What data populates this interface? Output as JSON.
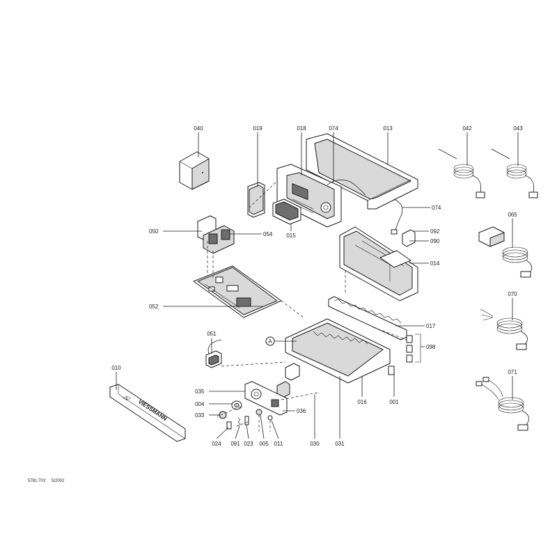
{
  "part_labels": {
    "p040": "040",
    "p019": "019",
    "p018": "018",
    "p074a": "074",
    "p013": "013",
    "p042": "042",
    "p043": "043",
    "p074b": "074",
    "p015": "015",
    "p050": "050",
    "p054": "054",
    "p092": "092",
    "p090": "090",
    "p065": "065",
    "p014": "014",
    "p052": "052",
    "p017": "017",
    "p070": "070",
    "p051": "051",
    "pA": "A",
    "p098": "098",
    "p010": "010",
    "p035": "035",
    "p016": "016",
    "p001": "001",
    "p071": "071",
    "p004": "004",
    "p036": "036",
    "p033": "033",
    "p024": "024",
    "p091": "091",
    "p023": "023",
    "p005": "005",
    "p011": "011",
    "p030": "030",
    "p031": "031"
  },
  "brand_logo_text": "VIESSMANN",
  "footer": {
    "doc_number": "5781 703",
    "date": "5/2002"
  }
}
